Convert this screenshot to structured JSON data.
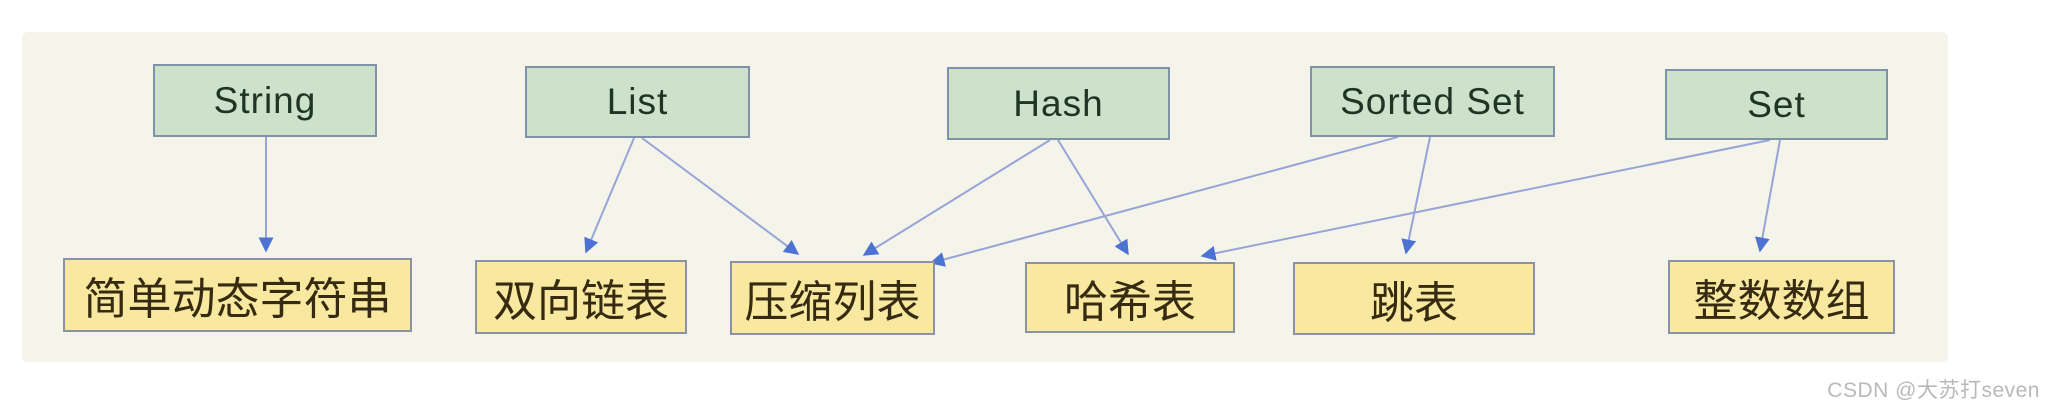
{
  "diagram": {
    "title_hint": "Redis data types mapped to underlying data structures",
    "top_row": [
      {
        "id": "string",
        "label": "String"
      },
      {
        "id": "list",
        "label": "List"
      },
      {
        "id": "hash",
        "label": "Hash"
      },
      {
        "id": "sorted_set",
        "label": "Sorted Set"
      },
      {
        "id": "set",
        "label": "Set"
      }
    ],
    "bottom_row": [
      {
        "id": "sds",
        "label": "简单动态字符串"
      },
      {
        "id": "linkedlist",
        "label": "双向链表"
      },
      {
        "id": "ziplist",
        "label": "压缩列表"
      },
      {
        "id": "hashtable",
        "label": "哈希表"
      },
      {
        "id": "skiplist",
        "label": "跳表"
      },
      {
        "id": "intarray",
        "label": "整数数组"
      }
    ],
    "edges": [
      {
        "from": "string",
        "to": "sds"
      },
      {
        "from": "list",
        "to": "linkedlist"
      },
      {
        "from": "list",
        "to": "ziplist"
      },
      {
        "from": "hash",
        "to": "ziplist"
      },
      {
        "from": "hash",
        "to": "hashtable"
      },
      {
        "from": "sorted_set",
        "to": "ziplist"
      },
      {
        "from": "sorted_set",
        "to": "skiplist"
      },
      {
        "from": "set",
        "to": "hashtable"
      },
      {
        "from": "set",
        "to": "intarray"
      }
    ],
    "colors": {
      "page_bg": "#ffffff",
      "panel_bg": "#f4f4ea",
      "type_box_fill": "#cde1cb",
      "type_box_border": "#7f93a8",
      "type_text": "#1e3523",
      "data_box_fill": "#f8e8a0",
      "data_box_border": "#8a93a3",
      "data_text": "#362b10",
      "arrow_line": "#96a4d8",
      "arrow_head": "#4d73d2",
      "watermark": "#b9b9b9"
    }
  },
  "watermark": {
    "text": "CSDN @大苏打seven"
  }
}
